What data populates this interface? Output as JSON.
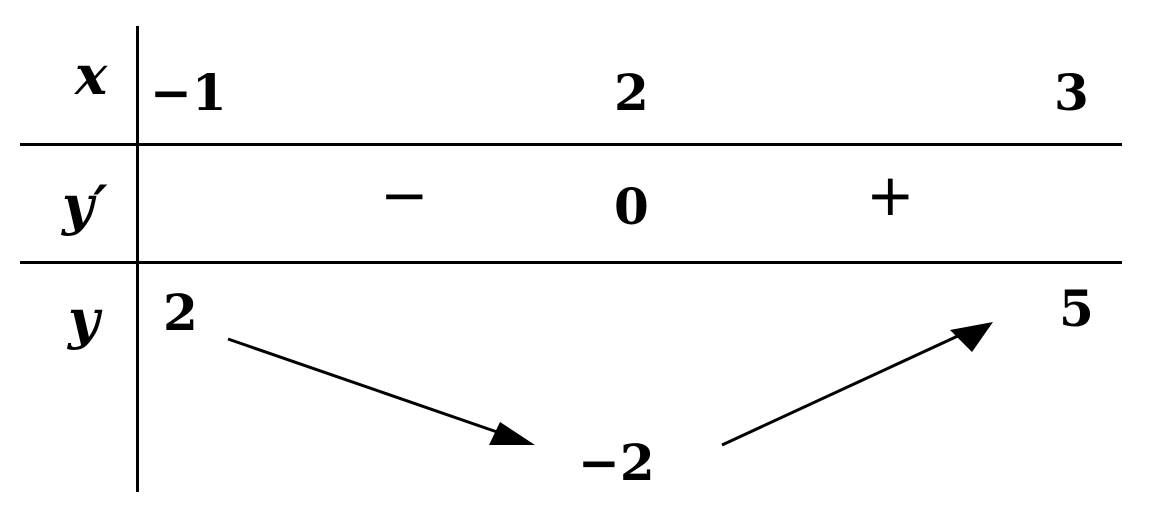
{
  "variation_table": {
    "labels": {
      "x": "x",
      "y_prime": "y′",
      "y": "y"
    },
    "x_values": [
      "−1",
      "2",
      "3"
    ],
    "derivative": {
      "left_sign": "−",
      "zero": "0",
      "right_sign": "+"
    },
    "y_values": {
      "left": "2",
      "min": "−2",
      "right": "5"
    },
    "arrows": [
      "decreasing",
      "increasing"
    ]
  }
}
